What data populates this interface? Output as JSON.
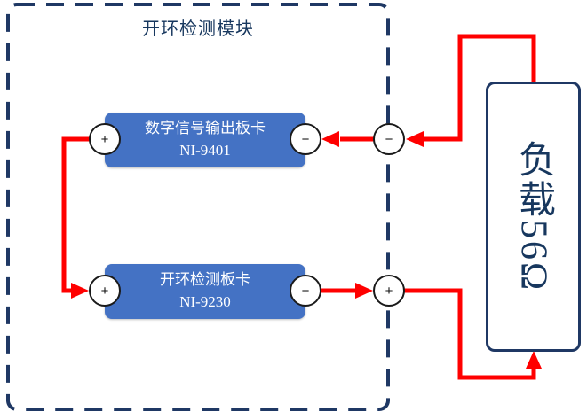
{
  "title": "开环检测模块",
  "boards": {
    "digital_output": {
      "name": "数字信号输出板卡",
      "model": "NI-9401"
    },
    "open_loop_detect": {
      "name": "开环检测板卡",
      "model": "NI-9230"
    }
  },
  "load": {
    "label": "负载56Ω"
  },
  "terminals": {
    "digital_output_plus": "+",
    "digital_output_minus": "−",
    "boundary_top_minus": "−",
    "open_loop_plus": "+",
    "open_loop_minus": "−",
    "boundary_bottom_plus": "+"
  },
  "colors": {
    "wire_red": "#ff0000",
    "box_blue": "#4472c4",
    "frame_navy": "#1f3864",
    "text_navy": "#17375e",
    "circle_border": "#1a1a1a",
    "bg": "#ffffff"
  }
}
